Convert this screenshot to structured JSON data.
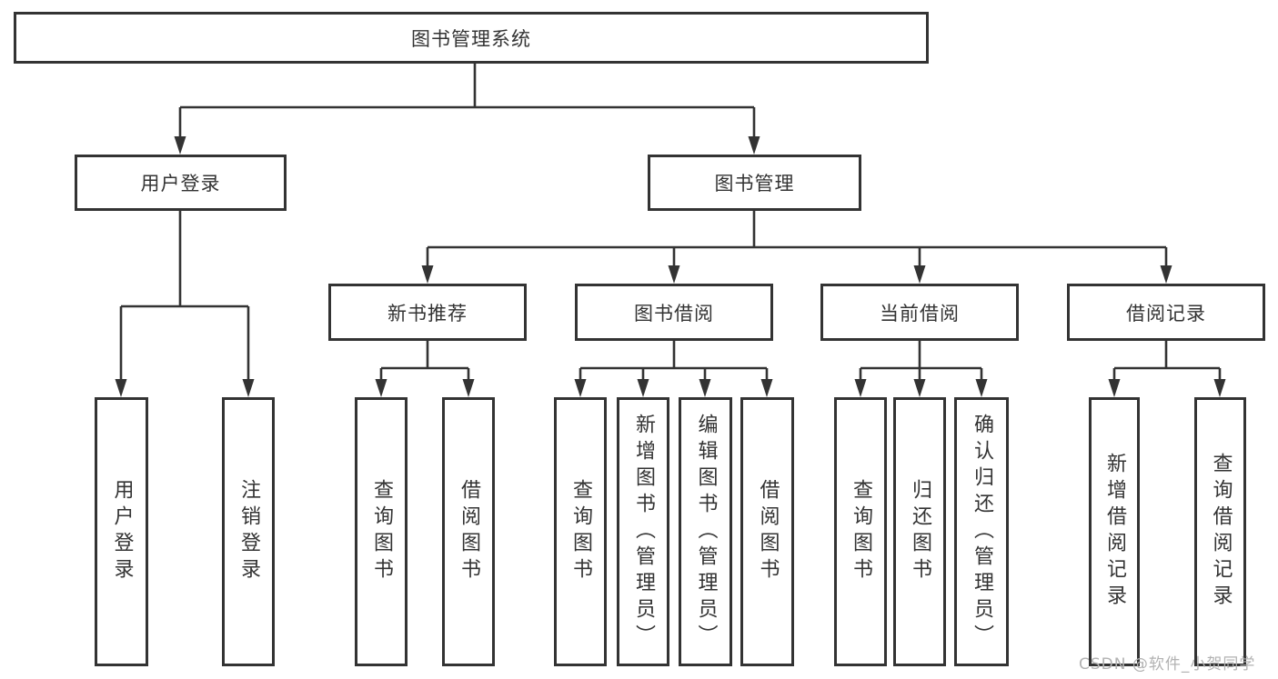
{
  "diagram": {
    "type": "functional-structure-tree",
    "watermark": "CSDN @软件_小贺同学",
    "colors": {
      "line": "#333333",
      "box_border": "#333333",
      "text": "#333333",
      "watermark": "#b2b2b2",
      "background": "#ffffff"
    }
  },
  "tree": {
    "root": {
      "label": "图书管理系统"
    },
    "branches": [
      {
        "label": "用户登录",
        "children": [
          {
            "label": "用户登录"
          },
          {
            "label": "注销登录"
          }
        ]
      },
      {
        "label": "图书管理",
        "children": [
          {
            "label": "新书推荐",
            "children": [
              {
                "label": "查询图书"
              },
              {
                "label": "借阅图书"
              }
            ]
          },
          {
            "label": "图书借阅",
            "children": [
              {
                "label": "查询图书"
              },
              {
                "label": "新增图书（管理员）"
              },
              {
                "label": "编辑图书（管理员）"
              },
              {
                "label": "借阅图书"
              }
            ]
          },
          {
            "label": "当前借阅",
            "children": [
              {
                "label": "查询图书"
              },
              {
                "label": "归还图书"
              },
              {
                "label": "确认归还（管理员）"
              }
            ]
          },
          {
            "label": "借阅记录",
            "children": [
              {
                "label": "新增借阅记录"
              },
              {
                "label": "查询借阅记录"
              }
            ]
          }
        ]
      }
    ]
  }
}
